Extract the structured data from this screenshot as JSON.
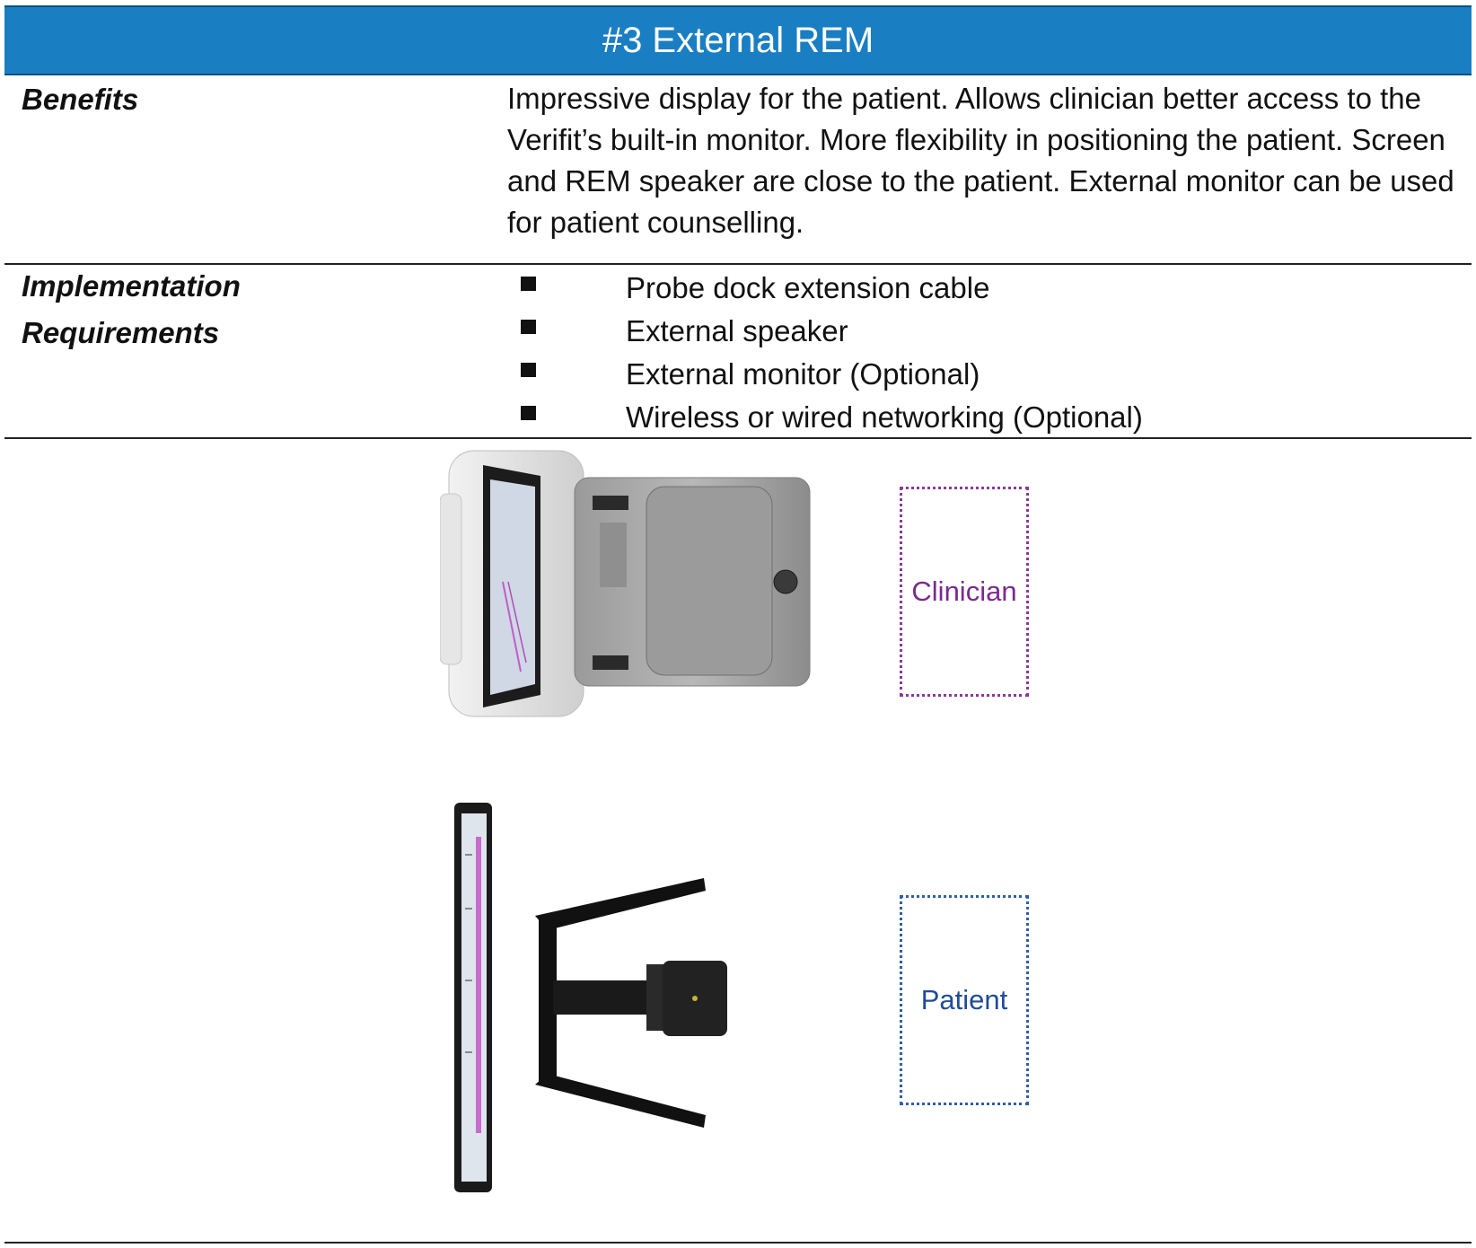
{
  "header": {
    "title": "#3 External REM"
  },
  "benefits": {
    "label": "Benefits",
    "text": "Impressive display for the patient. Allows clinician better access to the Verifit’s built-in monitor. More flexibility in positioning the patient. Screen and REM speaker are close to the patient. External monitor can be used for patient counselling."
  },
  "requirements": {
    "label_line1": "Implementation",
    "label_line2": "Requirements",
    "items": [
      "Probe dock extension cable",
      "External speaker",
      "External monitor (Optional)",
      "Wireless or wired networking (Optional)"
    ]
  },
  "diagram": {
    "clinician_label": "Clinician",
    "patient_label": "Patient"
  },
  "colors": {
    "header_bg": "#1a7ec2",
    "clinician": "#7a2a8e",
    "patient": "#1f4b99"
  }
}
